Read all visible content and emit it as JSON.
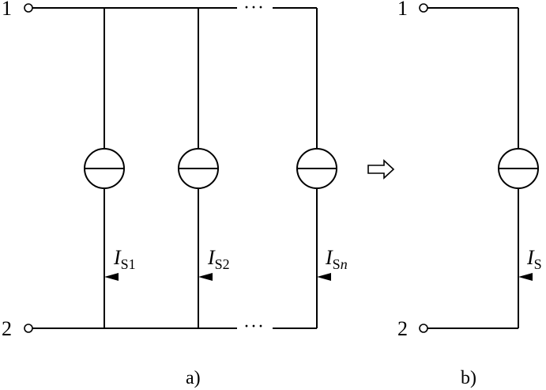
{
  "figure_a": {
    "top_terminal": "1",
    "bottom_terminal": "2",
    "ellipsis_top": "···",
    "ellipsis_bottom": "···",
    "sources": [
      {
        "symbol": "I",
        "subscript": "S1",
        "subscript_italic_part": ""
      },
      {
        "symbol": "I",
        "subscript": "S2",
        "subscript_italic_part": ""
      },
      {
        "symbol": "I",
        "subscript": "S",
        "subscript_italic_part": "n"
      }
    ],
    "caption": "a)"
  },
  "equivalence_arrow": "⇨",
  "figure_b": {
    "top_terminal": "1",
    "bottom_terminal": "2",
    "source": {
      "symbol": "I",
      "subscript": "S"
    },
    "caption": "b)"
  }
}
